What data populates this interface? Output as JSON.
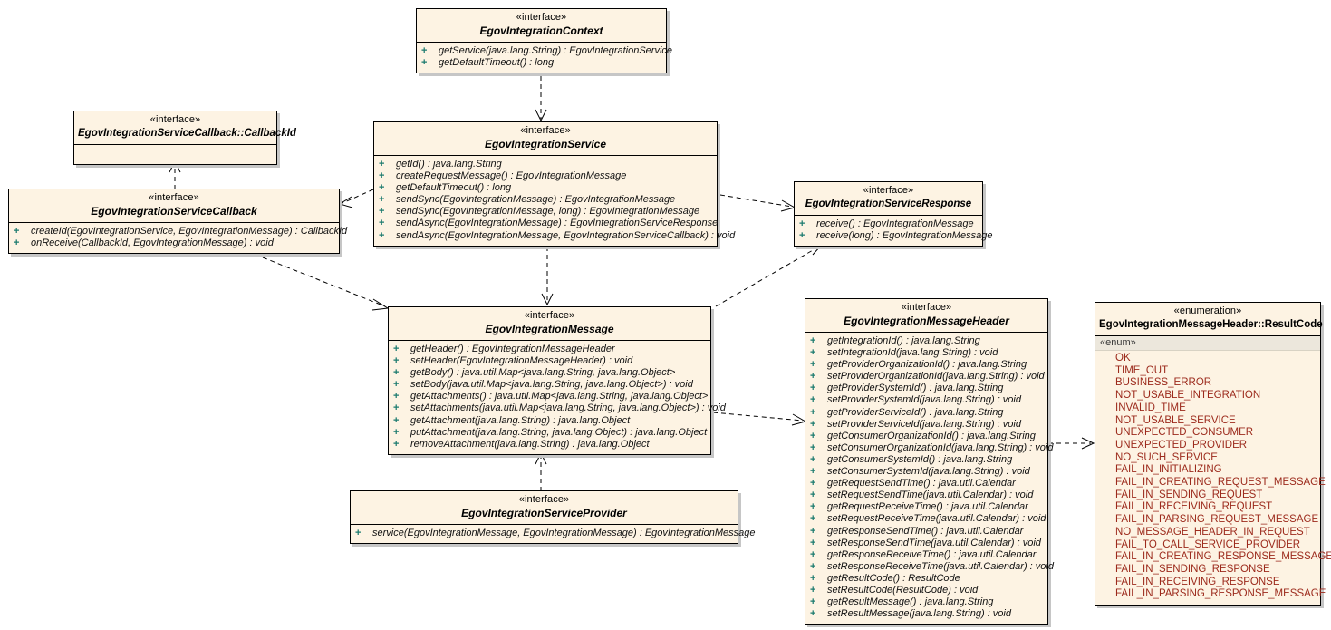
{
  "diagram": {
    "title": "eGovFrame Integration Service UML Class Diagram",
    "kind": "uml-class-diagram",
    "colors": {
      "class_fill": "#fdf3e3",
      "class_border": "#000000",
      "shadow": "#c6c6c6",
      "visibility_plus": "#1a7a6e",
      "enum_literal": "#9c2a1c",
      "enum_row_fill": "#ece7dc",
      "background": "#ffffff"
    }
  },
  "classes": {
    "context": {
      "stereotype": "«interface»",
      "name": "EgovIntegrationContext",
      "members": [
        "getService(java.lang.String) : EgovIntegrationService",
        "getDefaultTimeout() : long"
      ]
    },
    "callback_id": {
      "stereotype": "«interface»",
      "name": "EgovIntegrationServiceCallback::CallbackId",
      "members": []
    },
    "service": {
      "stereotype": "«interface»",
      "name": "EgovIntegrationService",
      "members": [
        "getId() : java.lang.String",
        "createRequestMessage() : EgovIntegrationMessage",
        "getDefaultTimeout() : long",
        "sendSync(EgovIntegrationMessage) : EgovIntegrationMessage",
        "sendSync(EgovIntegrationMessage, long) : EgovIntegrationMessage",
        "sendAsync(EgovIntegrationMessage) : EgovIntegrationServiceResponse",
        "sendAsync(EgovIntegrationMessage, EgovIntegrationServiceCallback) : void"
      ]
    },
    "callback": {
      "stereotype": "«interface»",
      "name": "EgovIntegrationServiceCallback",
      "members": [
        "createId(EgovIntegrationService, EgovIntegrationMessage) : CallbackId",
        "onReceive(CallbackId, EgovIntegrationMessage) : void"
      ]
    },
    "response": {
      "stereotype": "«interface»",
      "name": "EgovIntegrationServiceResponse",
      "members": [
        "receive() : EgovIntegrationMessage",
        "receive(long) : EgovIntegrationMessage"
      ]
    },
    "message": {
      "stereotype": "«interface»",
      "name": "EgovIntegrationMessage",
      "members": [
        "getHeader() : EgovIntegrationMessageHeader",
        "setHeader(EgovIntegrationMessageHeader) : void",
        "getBody() : java.util.Map<java.lang.String, java.lang.Object>",
        "setBody(java.util.Map<java.lang.String, java.lang.Object>) : void",
        "getAttachments() : java.util.Map<java.lang.String, java.lang.Object>",
        "setAttachments(java.util.Map<java.lang.String, java.lang.Object>) : void",
        "getAttachment(java.lang.String) : java.lang.Object",
        "putAttachment(java.lang.String, java.lang.Object) : java.lang.Object",
        "removeAttachment(java.lang.String) : java.lang.Object"
      ]
    },
    "provider": {
      "stereotype": "«interface»",
      "name": "EgovIntegrationServiceProvider",
      "members": [
        "service(EgovIntegrationMessage, EgovIntegrationMessage) : EgovIntegrationMessage"
      ]
    },
    "header": {
      "stereotype": "«interface»",
      "name": "EgovIntegrationMessageHeader",
      "members": [
        "getIntegrationId() : java.lang.String",
        "setIntegrationId(java.lang.String) : void",
        "getProviderOrganizationId() : java.lang.String",
        "setProviderOrganizationId(java.lang.String) : void",
        "getProviderSystemId() : java.lang.String",
        "setProviderSystemId(java.lang.String) : void",
        "getProviderServiceId() : java.lang.String",
        "setProviderServiceId(java.lang.String) : void",
        "getConsumerOrganizationId() : java.lang.String",
        "setConsumerOrganizationId(java.lang.String) : void",
        "getConsumerSystemId() : java.lang.String",
        "setConsumerSystemId(java.lang.String) : void",
        "getRequestSendTime() : java.util.Calendar",
        "setRequestSendTime(java.util.Calendar) : void",
        "getRequestReceiveTime() : java.util.Calendar",
        "setRequestReceiveTime(java.util.Calendar) : void",
        "getResponseSendTime() : java.util.Calendar",
        "setResponseSendTime(java.util.Calendar) : void",
        "getResponseReceiveTime() : java.util.Calendar",
        "setResponseReceiveTime(java.util.Calendar) : void",
        "getResultCode() : ResultCode",
        "setResultCode(ResultCode) : void",
        "getResultMessage() : java.lang.String",
        "setResultMessage(java.lang.String) : void"
      ]
    },
    "result_code": {
      "stereotype": "«enumeration»",
      "name": "EgovIntegrationMessageHeader::ResultCode",
      "enum_label": "«enum»",
      "literals": [
        "OK",
        "TIME_OUT",
        "BUSINESS_ERROR",
        "NOT_USABLE_INTEGRATION",
        "INVALID_TIME",
        "NOT_USABLE_SERVICE",
        "UNEXPECTED_CONSUMER",
        "UNEXPECTED_PROVIDER",
        "NO_SUCH_SERVICE",
        "FAIL_IN_INITIALIZING",
        "FAIL_IN_CREATING_REQUEST_MESSAGE",
        "FAIL_IN_SENDING_REQUEST",
        "FAIL_IN_RECEIVING_REQUEST",
        "FAIL_IN_PARSING_REQUEST_MESSAGE",
        "NO_MESSAGE_HEADER_IN_REQUEST",
        "FAIL_TO_CALL_SERVICE_PROVIDER",
        "FAIL_IN_CREATING_RESPONSE_MESSAGE",
        "FAIL_IN_SENDING_RESPONSE",
        "FAIL_IN_RECEIVING_RESPONSE",
        "FAIL_IN_PARSING_RESPONSE_MESSAGE"
      ]
    }
  }
}
